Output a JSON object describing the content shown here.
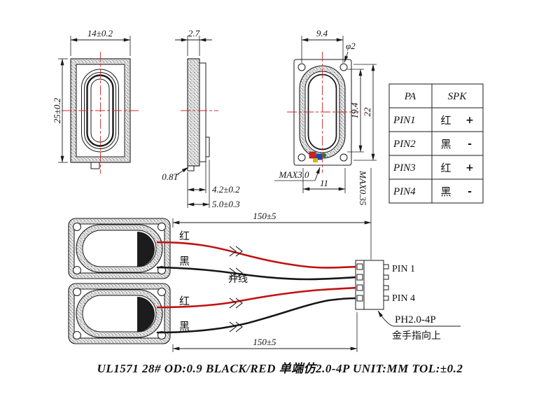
{
  "drawing": {
    "front_view": {
      "width_dim": "14±0.2",
      "height_dim": "25±0.2"
    },
    "side_view": {
      "thickness_dim": "2.7",
      "frame_note": "0.8T",
      "depth_dim": "4.2±0.2",
      "total_depth_dim": "5.0±0.3"
    },
    "rear_view": {
      "width_dim": "9.4",
      "hole_dim": "φ2",
      "inner_height_dim": "19.4",
      "height_dim": "22",
      "terminal_dim": "MAX3.0",
      "pad_span_dim": "11",
      "wire_dim": "MAX0.35"
    }
  },
  "pin_table": {
    "col_pa": "PA",
    "col_spk": "SPK",
    "rows": [
      {
        "pin": "PIN1",
        "wire": "红",
        "sign": "+"
      },
      {
        "pin": "PIN2",
        "wire": "黑",
        "sign": "-"
      },
      {
        "pin": "PIN3",
        "wire": "红",
        "sign": "+"
      },
      {
        "pin": "PIN4",
        "wire": "黑",
        "sign": "-"
      }
    ]
  },
  "harness": {
    "speaker1": {
      "red_label": "红",
      "black_label": "黑"
    },
    "speaker2": {
      "red_label": "红",
      "black_label": "黑"
    },
    "parallel_label": "并线",
    "top_length_dim": "150±5",
    "bottom_length_dim": "150±5",
    "pin1_label": "PIN 1",
    "pin4_label": "PIN 4",
    "connector_label": "PH2.0-4P",
    "orientation_note": "金手指向上"
  },
  "footer": {
    "spec": "UL1571  28#  OD:0.9  BLACK/RED  单端仿2.0-4P  UNIT:MM  TOL:±0.2"
  },
  "colors": {
    "line": "#1a1a1a",
    "centerline": "#cc2a2a",
    "wire_red": "#c11111",
    "wire_black": "#161616"
  }
}
